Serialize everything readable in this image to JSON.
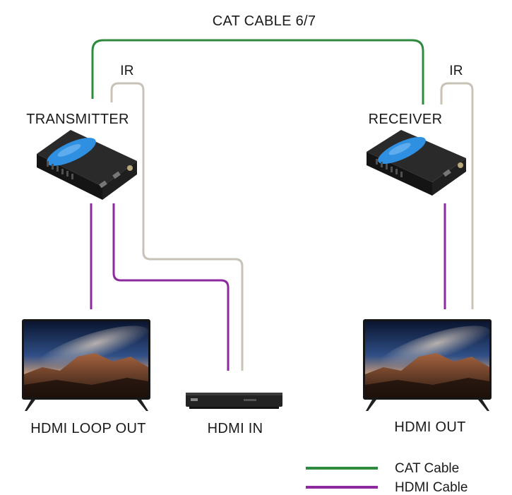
{
  "labels": {
    "cat_cable": "CAT CABLE 6/7",
    "ir_left": "IR",
    "ir_right": "IR",
    "transmitter": "TRANSMITTER",
    "receiver": "RECEIVER",
    "hdmi_loop_out": "HDMI LOOP OUT",
    "hdmi_in": "HDMI IN",
    "hdmi_out": "HDMI OUT"
  },
  "legend": [
    {
      "label": "CAT Cable",
      "color": "#2e8b3e"
    },
    {
      "label": "HDMI Cable",
      "color": "#8e2aa0"
    }
  ],
  "colors": {
    "cat": "#2e8b3e",
    "hdmi": "#8e2aa0",
    "ir": "#c8c3b6",
    "device": "#1c1c1c",
    "accent": "#2f8fe0"
  },
  "icons": [
    "transmitter-device-icon",
    "receiver-device-icon",
    "tv-icon",
    "blu-ray-player-icon"
  ]
}
